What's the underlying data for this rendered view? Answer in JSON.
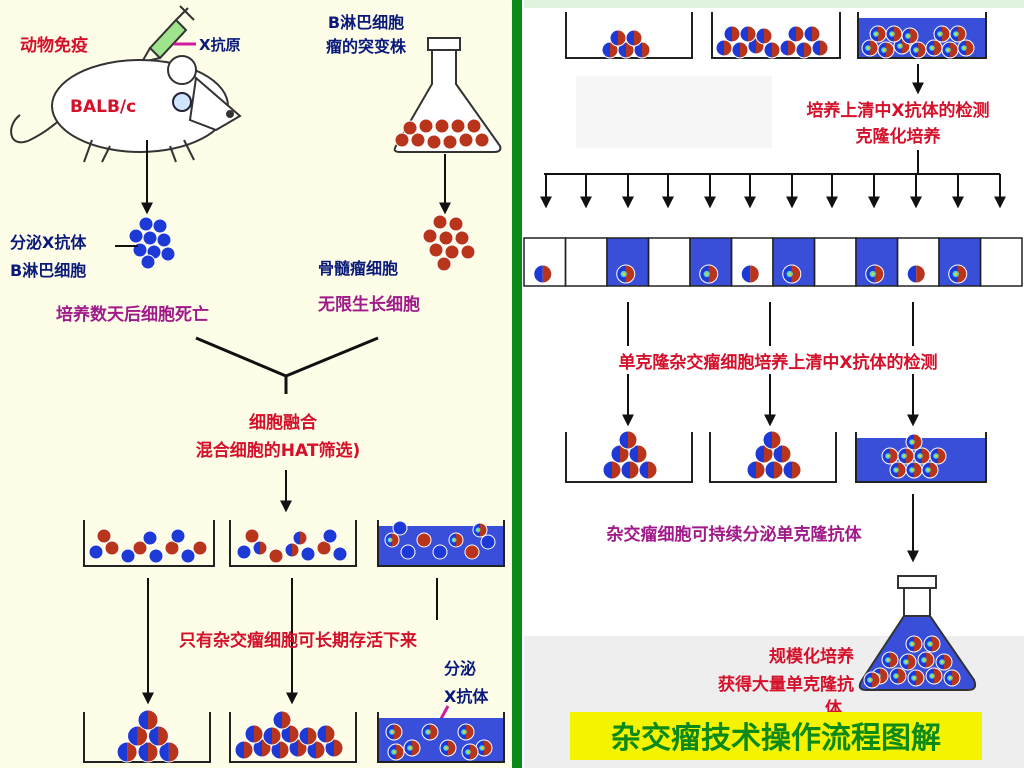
{
  "colors": {
    "left_bg": "#fdfde8",
    "divider": "#0b8a1a",
    "tile_blue": "#3a4fd9",
    "red_text": "#d4102a",
    "magenta_text": "#a01a8a",
    "navy_text": "#0a1a7a",
    "cell_red": "#b8341b",
    "cell_blue": "#1e3ad6",
    "title_bg": "#f4f400",
    "title_text": "#0b8a1a"
  },
  "left": {
    "animal_label": "动物免疫",
    "antigen_label": "X抗原",
    "mouse_label": "BALB/c",
    "myeloma_source": [
      "B淋巴细胞",
      "瘤的突变株"
    ],
    "b_cell_label": [
      "分泌X抗体",
      "B淋巴细胞"
    ],
    "b_cell_note": "培养数天后细胞死亡",
    "myeloma_label": "骨髓瘤细胞",
    "myeloma_note": "无限生长细胞",
    "fusion_label": [
      "细胞融合",
      "混合细胞的HAT筛选)"
    ],
    "survive_note": "只有杂交瘤细胞可长期存活下来",
    "secrete_label": [
      "分泌",
      "X抗体"
    ]
  },
  "right": {
    "supernatant_test": [
      "培养上清中X抗体的检测",
      "克隆化培养"
    ],
    "clone_test": "单克隆杂交瘤细胞培养上清中X抗体的检测",
    "continuous_note": "杂交瘤细胞可持续分泌单克隆抗体",
    "scale_up": [
      "规模化培养",
      "获得大量单克隆抗",
      "体"
    ]
  },
  "title": "杂交瘤技术操作流程图解"
}
